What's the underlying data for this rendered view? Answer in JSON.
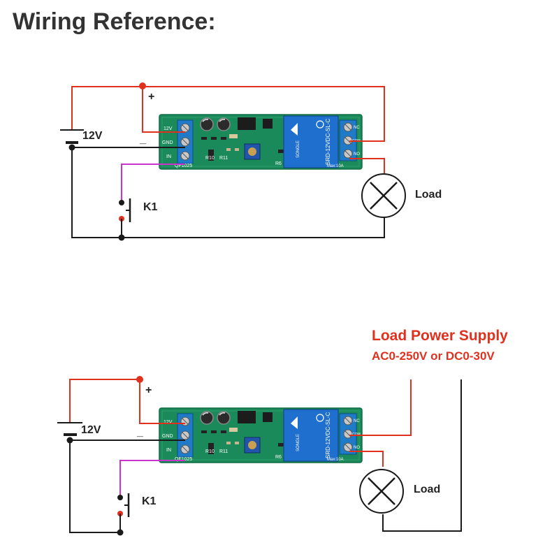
{
  "title": "Wiring Reference:",
  "diagram_top": {
    "battery_label": "12V",
    "plus_label": "+",
    "minus_label": "_",
    "switch_label": "K1",
    "load_label": "Load",
    "board": {
      "model": "QF1025",
      "input_pins": [
        "12V",
        "GND",
        "IN"
      ],
      "output_pins": [
        "NC",
        "COM",
        "NO"
      ],
      "relay_text": "SRD-12VDC-SL-C",
      "relay_brand": "SONGLE",
      "rating_text": "Max:10A",
      "components": [
        "R10",
        "R11",
        "R6"
      ]
    }
  },
  "diagram_bottom": {
    "battery_label": "12V",
    "plus_label": "+",
    "minus_label": "_",
    "switch_label": "K1",
    "load_label": "Load",
    "supply_title": "Load Power Supply",
    "supply_range": "AC0-250V or DC0-30V",
    "board": {
      "model": "QF1025",
      "input_pins": [
        "12V",
        "GND",
        "IN"
      ],
      "output_pins": [
        "NC",
        "COM",
        "NO"
      ],
      "relay_text": "SRD-12VDC-SL-C",
      "relay_brand": "SONGLE",
      "rating_text": "Max:10A",
      "components": [
        "R10",
        "R11",
        "R6"
      ]
    }
  },
  "colors": {
    "positive_wire": "#e0301e",
    "negative_wire": "#1a1a1a",
    "signal_wire": "#cc33cc",
    "board": "#1a8a5a",
    "terminal": "#1f7bc8",
    "relay": "#1f6fcf"
  }
}
